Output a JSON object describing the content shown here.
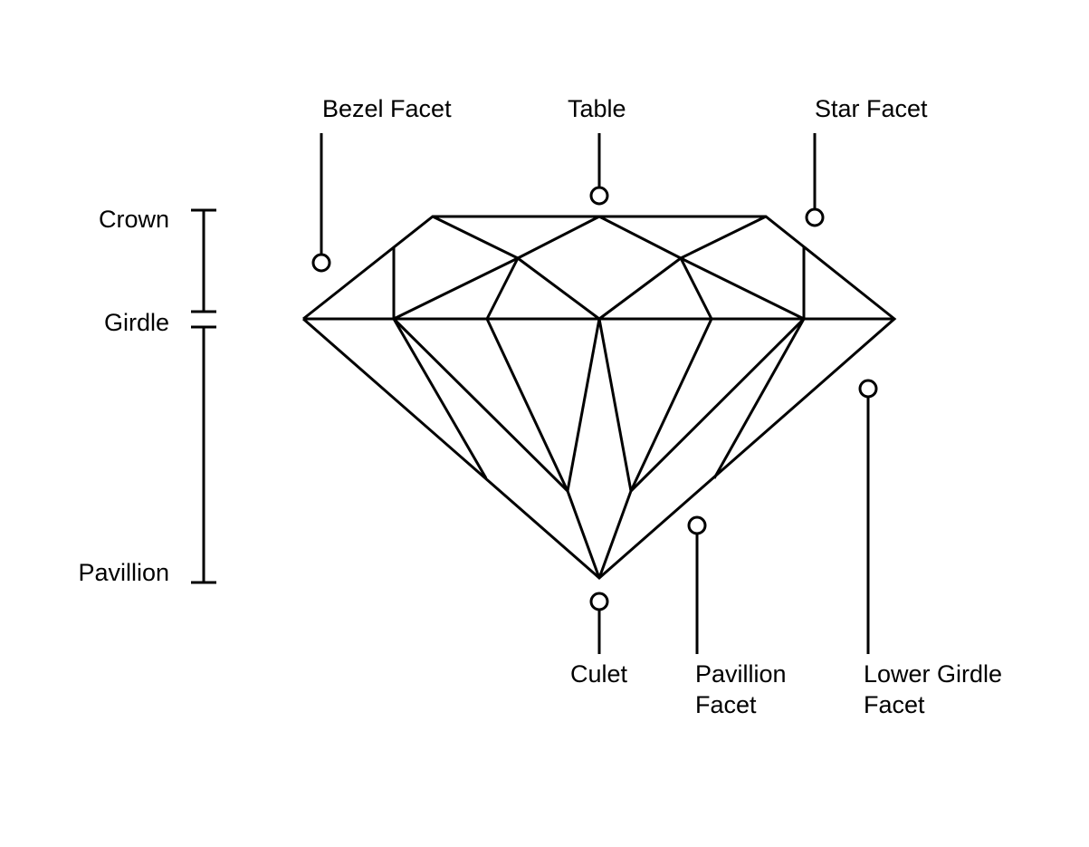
{
  "labels": {
    "bezel_facet": "Bezel Facet",
    "table": "Table",
    "star_facet": "Star Facet",
    "crown": "Crown",
    "girdle": "Girdle",
    "pavillion": "Pavillion",
    "culet": "Culet",
    "pavillion_facet": [
      "Pavillion",
      "Facet"
    ],
    "lower_girdle_facet": [
      "Lower Girdle",
      "Facet"
    ]
  },
  "colors": {
    "stroke": "#000000",
    "background": "#ffffff"
  }
}
